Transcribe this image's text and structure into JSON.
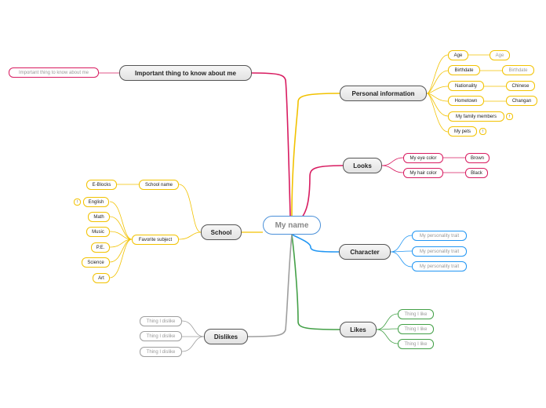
{
  "central": "My name",
  "colors": {
    "personal": "#f2c200",
    "looks": "#d81b60",
    "character": "#2196f3",
    "likes": "#43a047",
    "important": "#d81b60",
    "school": "#f2c200",
    "dislikes": "#9e9e9e"
  },
  "personal": {
    "title": "Personal information",
    "age_label": "Age",
    "age_value": "Age",
    "birthdate_label": "Birthdate",
    "birthdate_value": "Birthdate",
    "nationality_label": "Nationality",
    "nationality_value": "Chinese",
    "hometown_label": "Hometown",
    "hometown_value": "Changan",
    "family_label": "My family members",
    "family_note": "!",
    "pets_label": "My pets",
    "pets_note": "!"
  },
  "looks": {
    "title": "Looks",
    "eye_label": "My eye color",
    "eye_value": "Brown",
    "hair_label": "My hair color",
    "hair_value": "Black"
  },
  "character": {
    "title": "Character",
    "traits": [
      "My personality trait",
      "My personality trait",
      "My personality trait"
    ]
  },
  "likes": {
    "title": "Likes",
    "items": [
      "Thing I like",
      "Thing I like",
      "Thing I like"
    ]
  },
  "important": {
    "title": "Important thing to know about me",
    "item": "Important thing to know about me"
  },
  "school": {
    "title": "School",
    "name_label": "School name",
    "name_value": "E-Blocks",
    "subject_label": "Favorite subject",
    "subjects": [
      "English",
      "Math",
      "Music",
      "P.E.",
      "Science",
      "Art"
    ],
    "english_note": "!"
  },
  "dislikes": {
    "title": "Dislikes",
    "items": [
      "Thing I dislike",
      "Thing I dislike",
      "Thing I dislike"
    ]
  }
}
